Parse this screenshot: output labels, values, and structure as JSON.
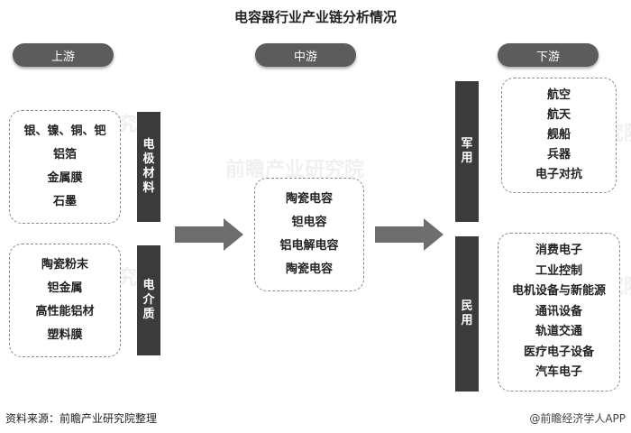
{
  "title": "电容器行业产业链分析情况",
  "stages": {
    "upstream": "上游",
    "midstream": "中游",
    "downstream": "下游"
  },
  "upstream": {
    "electrode_group": {
      "items": [
        "银、镍、铜、钯",
        "铝箔",
        "金属膜",
        "石墨"
      ],
      "label_chars": [
        "电",
        "极",
        "材",
        "料"
      ]
    },
    "dielectric_group": {
      "items": [
        "陶瓷粉末",
        "钽金属",
        "高性能铝材",
        "塑料膜"
      ],
      "label_chars": [
        "电",
        "介",
        "质"
      ]
    }
  },
  "midstream": {
    "items": [
      "陶瓷电容",
      "钽电容",
      "铝电解电容",
      "陶瓷电容"
    ]
  },
  "downstream": {
    "military": {
      "label_chars": [
        "军",
        "用"
      ],
      "items": [
        "航空",
        "航天",
        "舰船",
        "兵器",
        "电子对抗"
      ]
    },
    "civil": {
      "label_chars": [
        "民",
        "用"
      ],
      "items": [
        "消费电子",
        "工业控制",
        "电机设备与新能源",
        "通讯设备",
        "轨道交通",
        "医疗电子设备",
        "汽车电子"
      ]
    }
  },
  "footer": {
    "source": "资料来源：前瞻产业研究院整理",
    "brand": "@前瞻经济学人APP"
  },
  "watermark": "前瞻产业研究院"
}
